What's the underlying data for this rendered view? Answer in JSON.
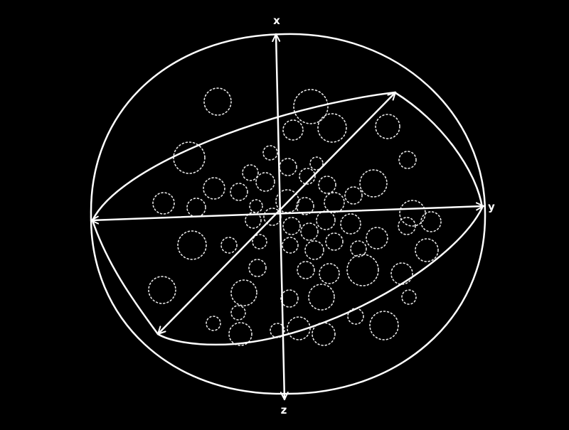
{
  "axes": {
    "x_label": "x",
    "y_label": "y",
    "z_label": "z"
  },
  "colors": {
    "background": "#000000",
    "ink": "#ffffff"
  }
}
